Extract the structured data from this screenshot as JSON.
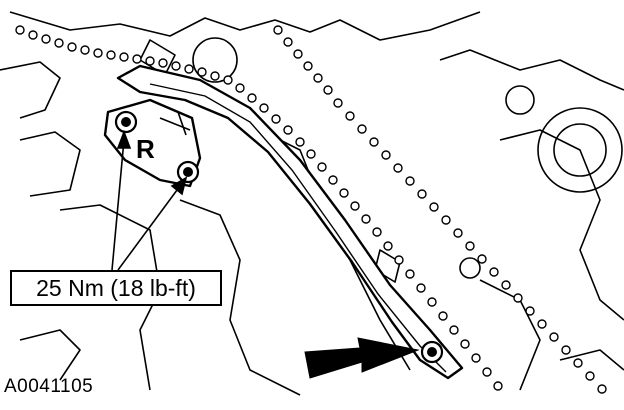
{
  "callout": {
    "torque_label": "25 Nm (18 lb-ft)"
  },
  "part_marking": "R",
  "figure_id": "A0041105",
  "icons": [
    "tensioner-bolt-icon",
    "guide-bolt-icon",
    "arrow-icon"
  ]
}
